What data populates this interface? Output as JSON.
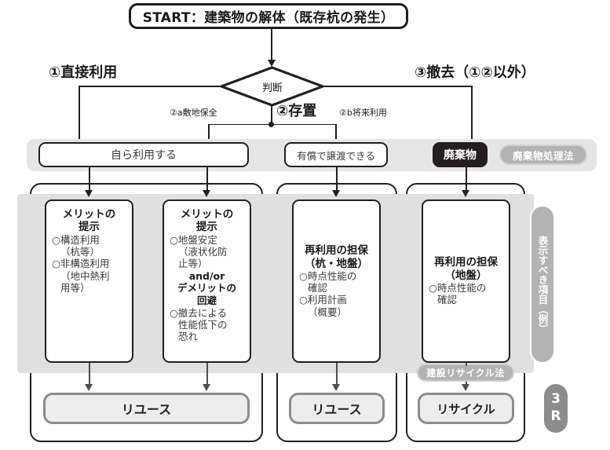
{
  "start": {
    "label": "START：建築物の解体（既存杭の発生）"
  },
  "decision": {
    "label": "判断"
  },
  "branches": {
    "left": "①直接利用",
    "right": "③撤去（①②以外）",
    "center_big": "②存置",
    "center_a": "②a敷地保全",
    "center_b": "②b将来利用"
  },
  "options": [
    {
      "name": "option-self-use",
      "label": "自ら利用する",
      "style": "outline"
    },
    {
      "name": "option-paid-transfer",
      "label": "有償で譲渡できる",
      "style": "outline"
    },
    {
      "name": "option-waste",
      "label": "廃棄物",
      "style": "dark"
    }
  ],
  "law_tags": {
    "waste_law": "廃棄物処理法",
    "construction_recycling_law": "建設リサイクル法"
  },
  "side_labels": {
    "display_items": "表示すべき項目（例）",
    "three_r": "3R"
  },
  "cards": [
    {
      "name": "card-merit-structural",
      "title": "メリットの\n提示",
      "lines": [
        {
          "text": "○構造利用",
          "indent": false
        },
        {
          "text": "（杭等）",
          "indent": true
        },
        {
          "text": "○非構造利用",
          "indent": false
        },
        {
          "text": "（地中熱利",
          "indent": true
        },
        {
          "text": "用等）",
          "indent": true
        }
      ],
      "mid": null,
      "mid_after": null
    },
    {
      "name": "card-merit-ground",
      "title": "メリットの\n提示",
      "lines": [
        {
          "text": "○地盤安定",
          "indent": false
        },
        {
          "text": "（液状化防",
          "indent": true
        },
        {
          "text": "止等）",
          "indent": true
        }
      ],
      "mid": "and/or\nデメリットの\n回避",
      "mid_after": [
        {
          "text": "○撤去による",
          "indent": false
        },
        {
          "text": "性能低下の",
          "indent": true
        },
        {
          "text": "恐れ",
          "indent": true
        }
      ]
    },
    {
      "name": "card-reuse-pile-ground",
      "title": "再利用の担保\n（杭・地盤）",
      "lines": [
        {
          "text": "○時点性能の",
          "indent": false
        },
        {
          "text": "確認",
          "indent": true
        },
        {
          "text": "○利用計画",
          "indent": false
        },
        {
          "text": "（概要）",
          "indent": true
        }
      ],
      "mid": null,
      "mid_after": null
    },
    {
      "name": "card-reuse-ground",
      "title": "再利用の担保\n（地盤）",
      "lines": [
        {
          "text": "○時点性能の",
          "indent": false
        },
        {
          "text": "確認",
          "indent": true
        }
      ],
      "mid": null,
      "mid_after": null
    }
  ],
  "results": [
    {
      "name": "result-reuse-left",
      "label": "リユース"
    },
    {
      "name": "result-reuse-mid",
      "label": "リユース"
    },
    {
      "name": "result-recycle",
      "label": "リサイクル"
    }
  ],
  "colors": {
    "ink": "#231f20",
    "band": "#e6e6e6",
    "band_inner": "#e0e0e0",
    "pill": "#b3b3b3",
    "badge": "#8c8c8c",
    "result_fill": "#ededed",
    "result_border": "#8c8c8c"
  }
}
